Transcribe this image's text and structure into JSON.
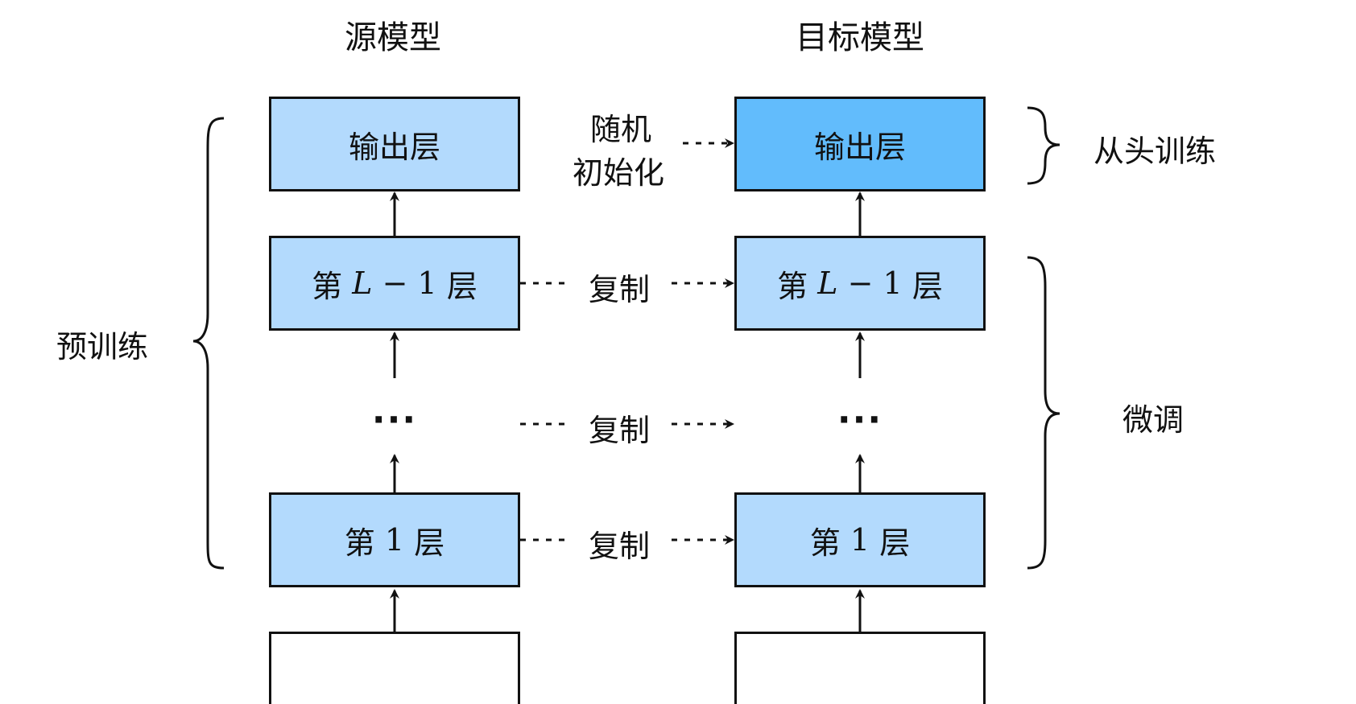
{
  "titles": {
    "source": "源模型",
    "target": "目标模型"
  },
  "source_model": {
    "output_layer": "输出层",
    "layer_l_prefix": "第",
    "layer_l_var": "L",
    "layer_l_suffix": "− 1",
    "layer_l_unit": "层",
    "ellipsis": "···",
    "layer_1_prefix": "第",
    "layer_1_num": "1",
    "layer_1_unit": "层"
  },
  "target_model": {
    "output_layer": "输出层",
    "layer_l_prefix": "第",
    "layer_l_var": "L",
    "layer_l_suffix": "− 1",
    "layer_l_unit": "层",
    "ellipsis": "···",
    "layer_1_prefix": "第",
    "layer_1_num": "1",
    "layer_1_unit": "层"
  },
  "connections": {
    "random_init_line1": "随机",
    "random_init_line2": "初始化",
    "copy_1": "复制",
    "copy_2": "复制",
    "copy_3": "复制"
  },
  "braces": {
    "pretrain": "预训练",
    "from_scratch": "从头训练",
    "finetune": "微调"
  },
  "colors": {
    "layer_fill": "#b3dafd",
    "target_output_fill": "#62bcfc",
    "stroke": "#111111"
  }
}
